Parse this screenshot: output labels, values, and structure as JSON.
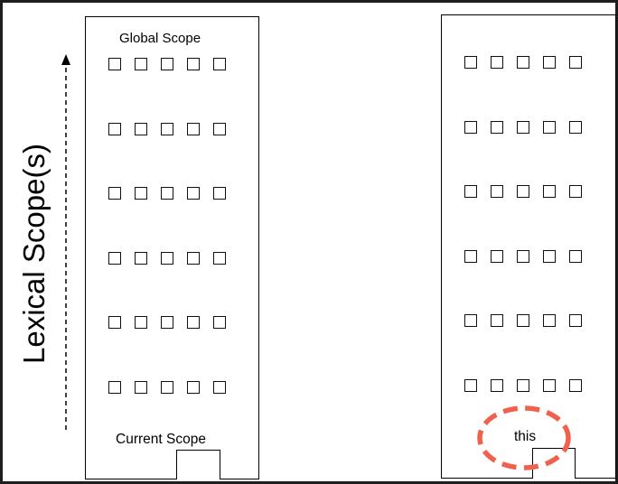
{
  "axis": {
    "label": "Lexical Scope(s)"
  },
  "left_stack": {
    "top_label": "Global Scope",
    "bottom_label": "Current Scope",
    "floors": 6,
    "windows_per_floor": 5
  },
  "right_stack": {
    "highlight_label": "this",
    "floors": 6,
    "windows_per_floor": 5
  },
  "colors": {
    "highlight": "#f0604d",
    "outline": "#000000",
    "frame": "#1e1e1e"
  }
}
